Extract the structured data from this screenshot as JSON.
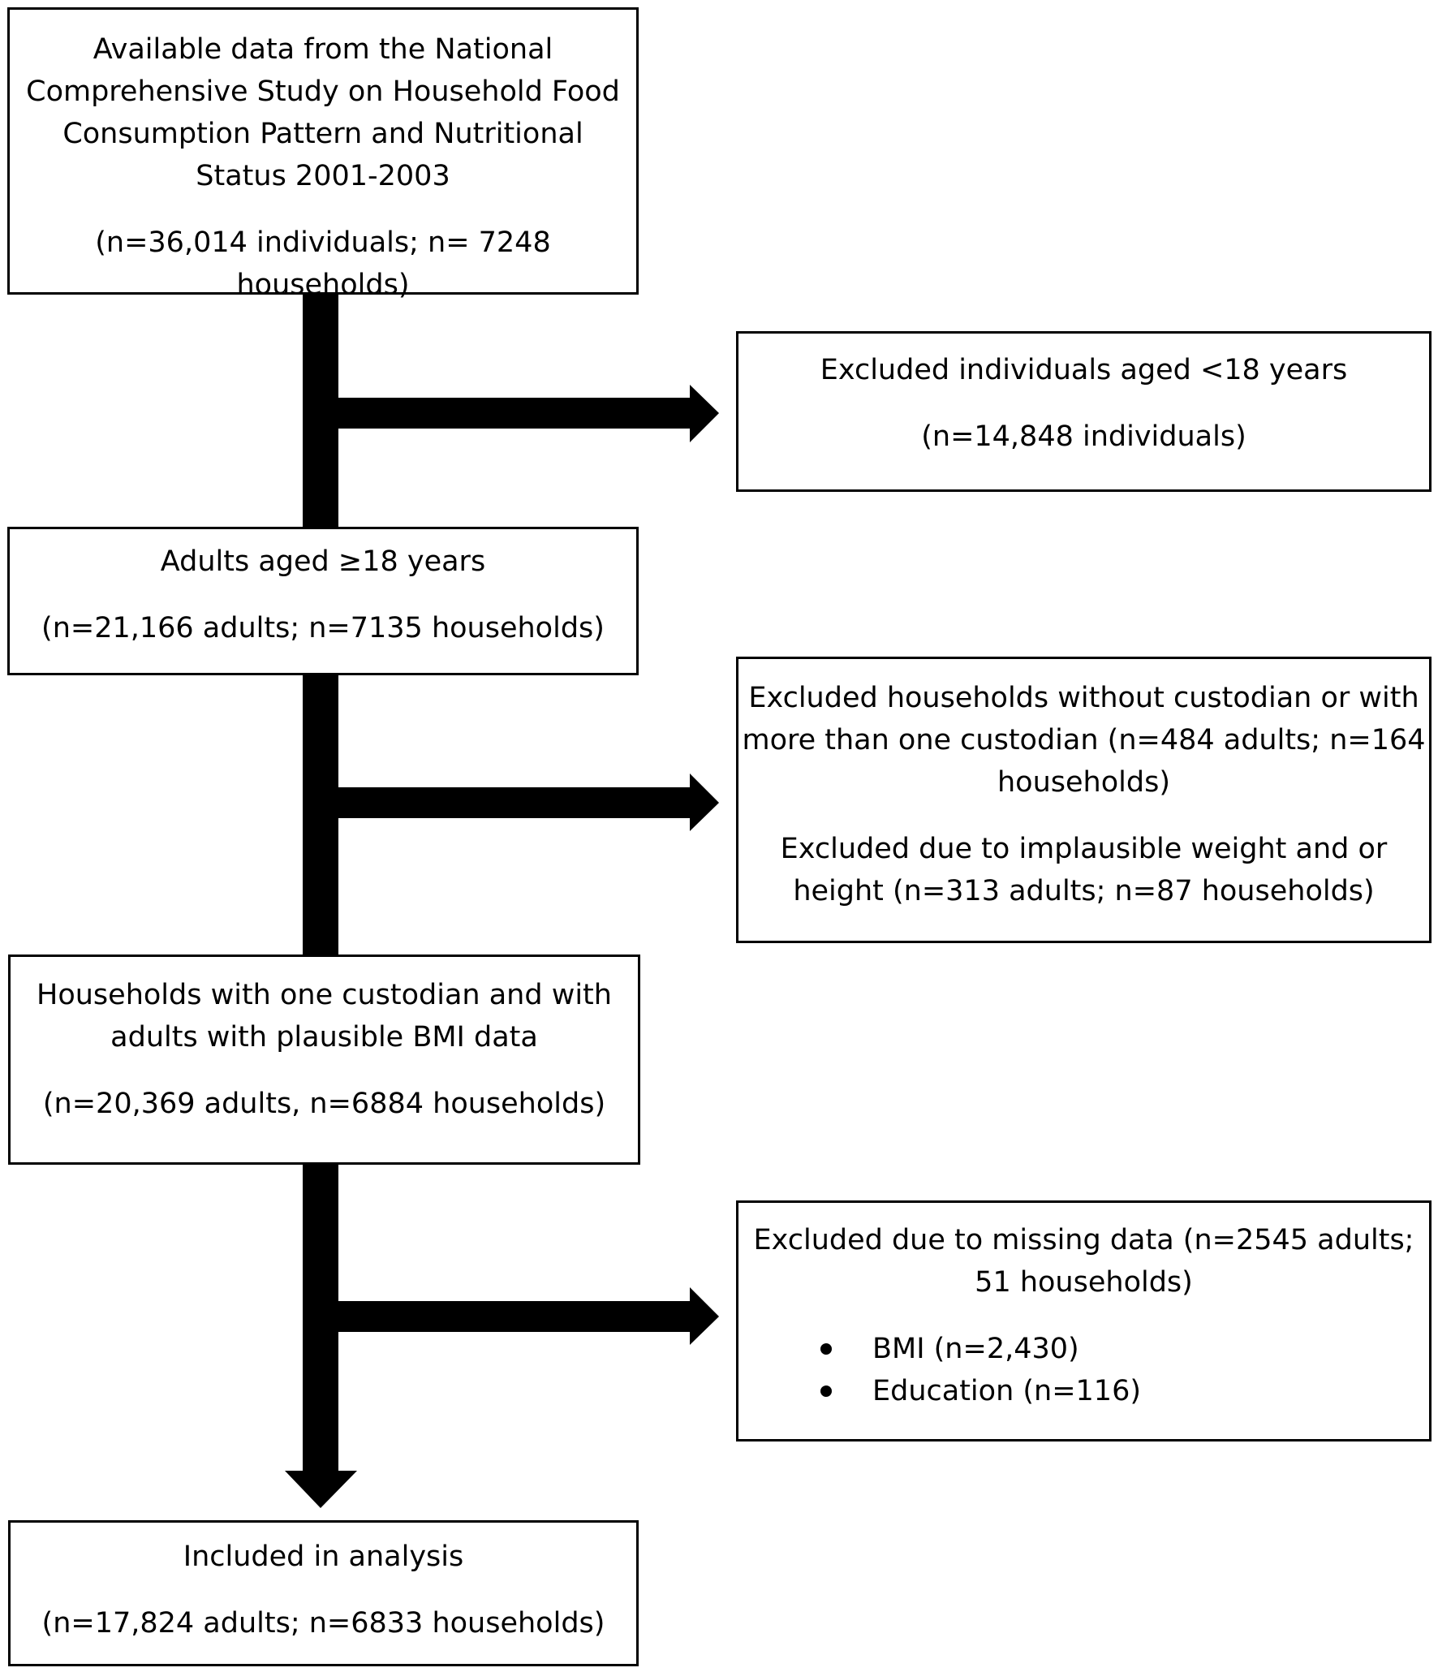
{
  "boxes": {
    "source": {
      "lines": [
        "Available data from the National",
        "Comprehensive Study on Household Food",
        "Consumption Pattern and Nutritional",
        "Status 2001-2003"
      ],
      "count": "(n=36,014 individuals; n= 7248 households)"
    },
    "exclusion_1": {
      "title": "Excluded individuals aged <18 years",
      "count": "(n=14,848 individuals)"
    },
    "adults": {
      "title": "Adults aged ≥18 years",
      "count": "(n=21,166 adults; n=7135 households)"
    },
    "exclusion_2": {
      "lines_a": [
        "Excluded households without custodian or with",
        "more than one custodian (n=484 adults; n=164",
        "households)"
      ],
      "lines_b": [
        "Excluded due to implausible weight and or",
        "height (n=313 adults; n=87 households)"
      ]
    },
    "plausible": {
      "lines": [
        "Households with one custodian and with",
        "adults with plausible BMI data"
      ],
      "count": "(n=20,369 adults, n=6884 households)"
    },
    "exclusion_3": {
      "lines": [
        "Excluded due to missing data (n=2545 adults;",
        "51 households)"
      ],
      "bullets": [
        "BMI (n=2,430)",
        "Education (n=116)"
      ]
    },
    "included": {
      "title": "Included in analysis",
      "count": "(n=17,824 adults; n=6833 households)"
    }
  }
}
